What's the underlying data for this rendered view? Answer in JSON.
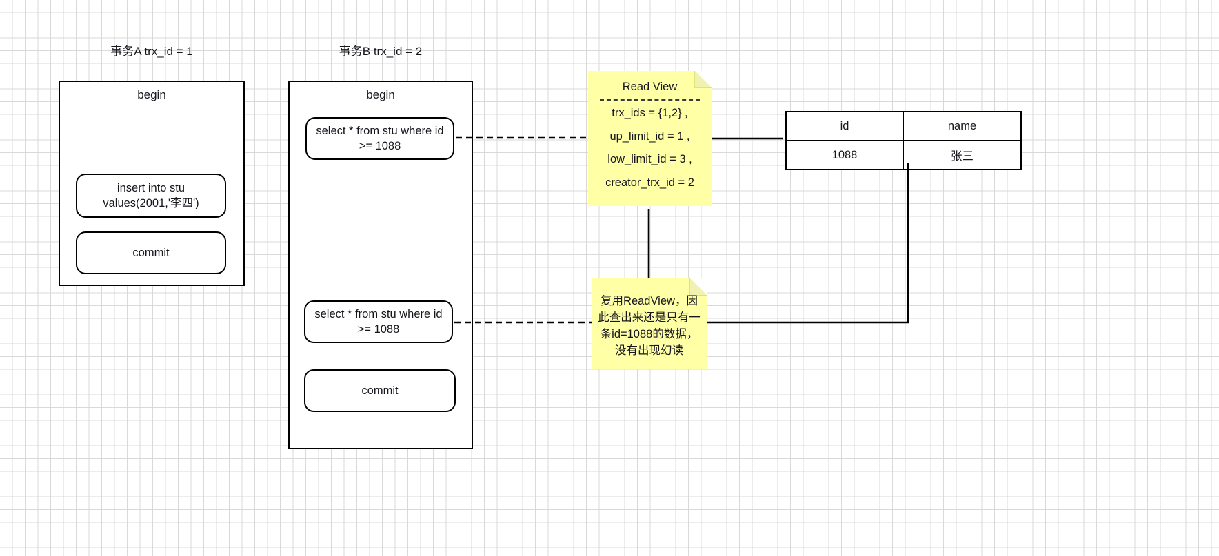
{
  "diagram": {
    "title_a": "事务A trx_id = 1",
    "title_b": "事务B trx_id = 2",
    "begin_label": "begin",
    "commit_label": "commit"
  },
  "transaction_a": {
    "title": "事务A trx_id = 1",
    "begin": "begin",
    "statements": [
      "insert into stu values(2001,'李四')",
      "commit"
    ]
  },
  "transaction_b": {
    "title": "事务B trx_id = 2",
    "begin": "begin",
    "statements": [
      "select * from stu where id >= 1088",
      "select * from stu where id >= 1088",
      "commit"
    ]
  },
  "read_view_note": {
    "title": "Read View",
    "lines": [
      "trx_ids = {1,2} ,",
      "up_limit_id = 1 ,",
      "low_limit_id = 3 ,",
      "creator_trx_id = 2"
    ]
  },
  "reuse_note": {
    "text": "复用ReadView，因此查出来还是只有一条id=1088的数据，没有出现幻读"
  },
  "result_table": {
    "headers": [
      "id",
      "name"
    ],
    "rows": [
      [
        "1088",
        "张三"
      ]
    ]
  },
  "colors": {
    "note_bg": "#ffffa6",
    "stroke": "#000000",
    "grid_minor": "#d9d9d9",
    "grid_major": "#bfbfbf"
  }
}
